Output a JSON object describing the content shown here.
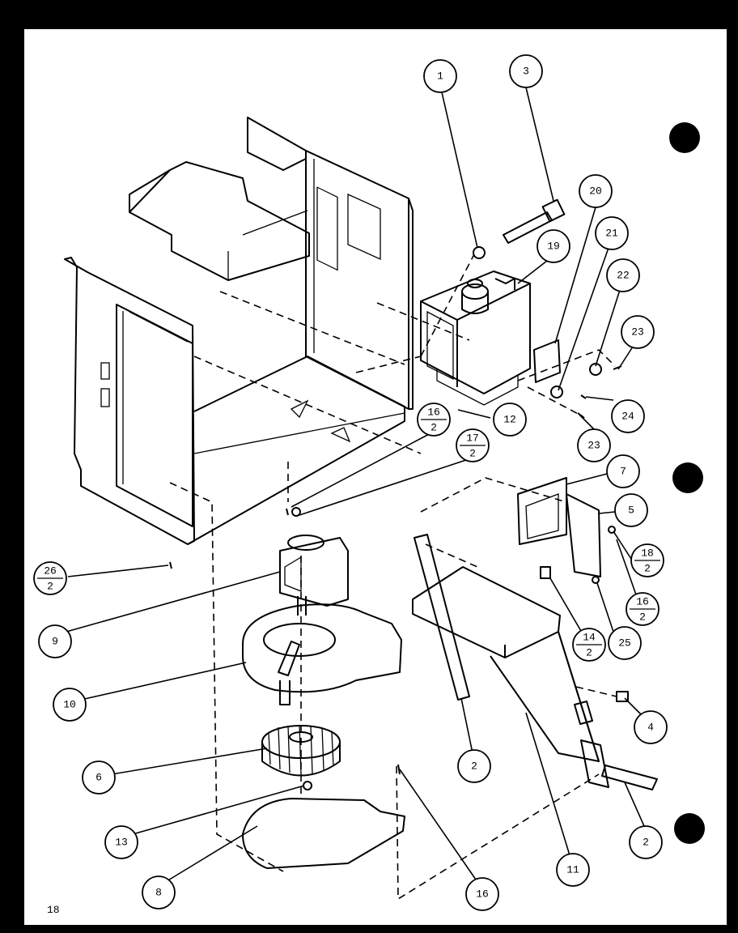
{
  "page": {
    "page_number": "18"
  },
  "callouts": [
    {
      "id": "c1",
      "label": "1"
    },
    {
      "id": "c3",
      "label": "3"
    },
    {
      "id": "c19",
      "label": "19"
    },
    {
      "id": "c20",
      "label": "20"
    },
    {
      "id": "c21",
      "label": "21"
    },
    {
      "id": "c22",
      "label": "22"
    },
    {
      "id": "c23a",
      "label": "23"
    },
    {
      "id": "c24",
      "label": "24"
    },
    {
      "id": "c23b",
      "label": "23"
    },
    {
      "id": "c12",
      "label": "12"
    },
    {
      "id": "c7",
      "label": "7"
    },
    {
      "id": "c5",
      "label": "5"
    },
    {
      "id": "c25",
      "label": "25"
    },
    {
      "id": "c4",
      "label": "4"
    },
    {
      "id": "c2a",
      "label": "2"
    },
    {
      "id": "c2b",
      "label": "2"
    },
    {
      "id": "c11",
      "label": "11"
    },
    {
      "id": "c9",
      "label": "9"
    },
    {
      "id": "c10",
      "label": "10"
    },
    {
      "id": "c6",
      "label": "6"
    },
    {
      "id": "c13",
      "label": "13"
    },
    {
      "id": "c8",
      "label": "8"
    },
    {
      "id": "c16",
      "label": "16"
    }
  ],
  "fraction_callouts": [
    {
      "id": "f16_2a",
      "top": "16",
      "bottom": "2"
    },
    {
      "id": "f17_2",
      "top": "17",
      "bottom": "2"
    },
    {
      "id": "f26_2",
      "top": "26",
      "bottom": "2"
    },
    {
      "id": "f18_2",
      "top": "18",
      "bottom": "2"
    },
    {
      "id": "f16_2b",
      "top": "16",
      "bottom": "2"
    },
    {
      "id": "f14_2",
      "top": "14",
      "bottom": "2"
    }
  ]
}
